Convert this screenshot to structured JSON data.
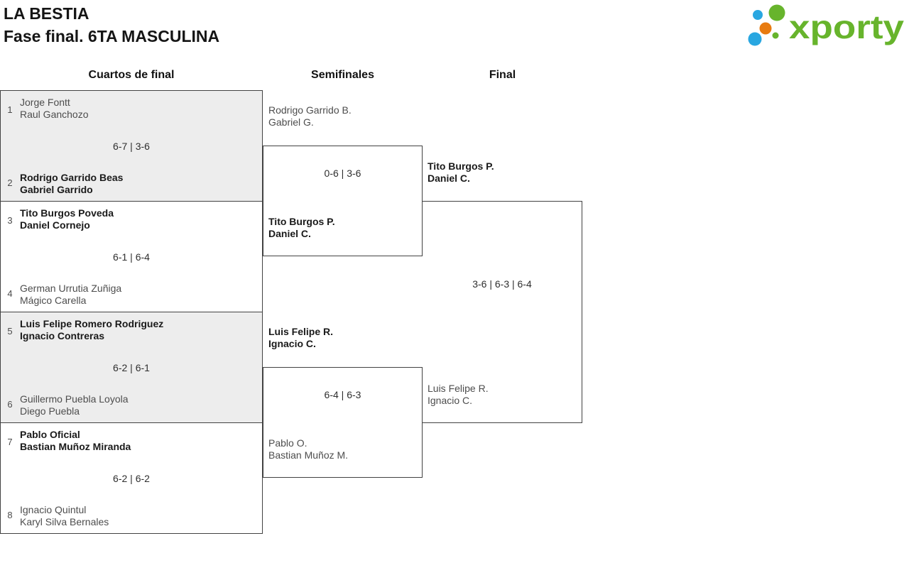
{
  "header": {
    "title_line1": "LA BESTIA",
    "title_line2": "Fase final. 6TA MASCULINA",
    "logo": {
      "text": "xporty",
      "green": "#67b42c",
      "blue": "#29a7e1",
      "orange": "#e87b10"
    }
  },
  "columns": [
    {
      "label": "Cuartos de final"
    },
    {
      "label": "Semifinales"
    },
    {
      "label": "Final"
    }
  ],
  "quarterfinals": [
    {
      "top": {
        "seed": "1",
        "line1": "Jorge Fontt",
        "line2": "Raul Ganchozo",
        "winner": false
      },
      "score": "6-7 | 3-6",
      "bottom": {
        "seed": "2",
        "line1": "Rodrigo Garrido Beas",
        "line2": "Gabriel Garrido",
        "winner": true
      }
    },
    {
      "top": {
        "seed": "3",
        "line1": "Tito Burgos Poveda",
        "line2": "Daniel Cornejo",
        "winner": true
      },
      "score": "6-1 | 6-4",
      "bottom": {
        "seed": "4",
        "line1": "German Urrutia Zuñiga",
        "line2": "Mágico Carella",
        "winner": false
      }
    },
    {
      "top": {
        "seed": "5",
        "line1": "Luis Felipe Romero Rodriguez",
        "line2": "Ignacio Contreras",
        "winner": true
      },
      "score": "6-2 | 6-1",
      "bottom": {
        "seed": "6",
        "line1": "Guillermo Puebla Loyola",
        "line2": "Diego Puebla",
        "winner": false
      }
    },
    {
      "top": {
        "seed": "7",
        "line1": "Pablo Oficial",
        "line2": "Bastian Muñoz Miranda",
        "winner": true
      },
      "score": "6-2 | 6-2",
      "bottom": {
        "seed": "8",
        "line1": "Ignacio Quintul",
        "line2": "Karyl Silva Bernales",
        "winner": false
      }
    }
  ],
  "semifinals": [
    {
      "top": {
        "line1": "Rodrigo Garrido B.",
        "line2": "Gabriel G.",
        "winner": false
      },
      "score": "0-6 | 3-6",
      "bottom": {
        "line1": "Tito Burgos P.",
        "line2": "Daniel C.",
        "winner": true
      }
    },
    {
      "top": {
        "line1": "Luis Felipe R.",
        "line2": "Ignacio C.",
        "winner": true
      },
      "score": "6-4 | 6-3",
      "bottom": {
        "line1": "Pablo O.",
        "line2": "Bastian Muñoz M.",
        "winner": false
      }
    }
  ],
  "final": {
    "top": {
      "line1": "Tito Burgos P.",
      "line2": "Daniel C.",
      "winner": true
    },
    "score": "3-6 | 6-3 | 6-4",
    "bottom": {
      "line1": "Luis Felipe R.",
      "line2": "Ignacio C.",
      "winner": false
    }
  }
}
